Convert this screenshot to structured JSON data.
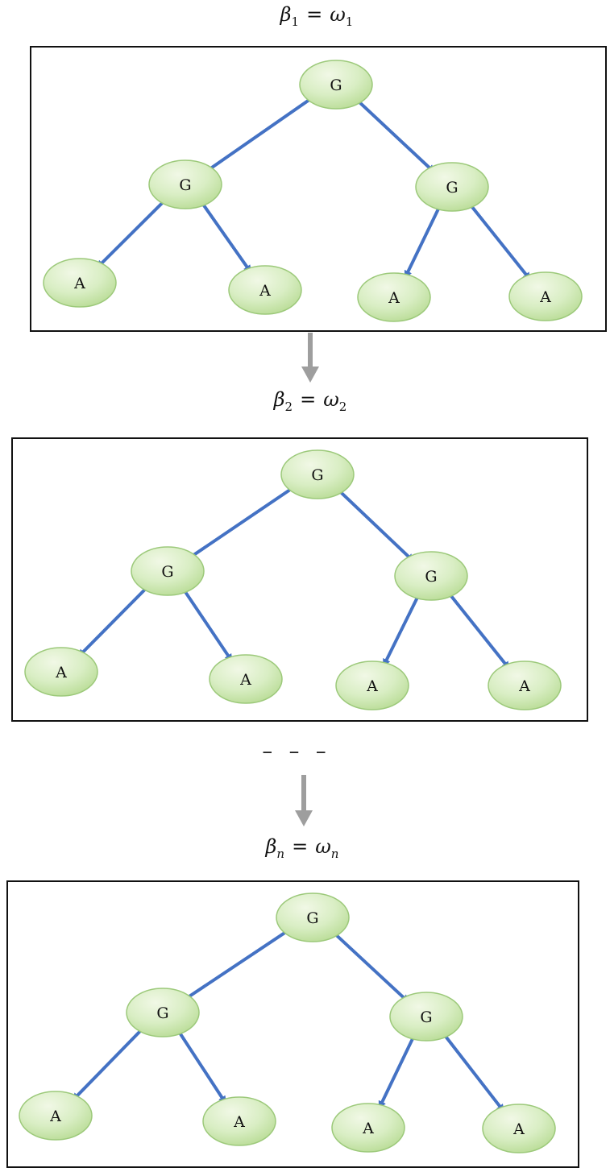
{
  "stages": [
    {
      "beta_base": "β",
      "beta_sub": "1",
      "eq": "=",
      "omega_base": "ω",
      "omega_sub": "1"
    },
    {
      "beta_base": "β",
      "beta_sub": "2",
      "eq": "=",
      "omega_base": "ω",
      "omega_sub": "2"
    },
    {
      "beta_base": "β",
      "beta_sub": "n",
      "eq": "=",
      "omega_base": "ω",
      "omega_sub": "n"
    }
  ],
  "ellipsis": "– – –",
  "tree": {
    "root_label": "G",
    "internal_labels": [
      "G",
      "G"
    ],
    "leaf_labels": [
      "A",
      "A",
      "A",
      "A"
    ]
  },
  "colors": {
    "node_fill_light": "#f1f8e6",
    "node_fill_dark": "#b9dc96",
    "node_stroke": "#9cc97a",
    "edge": "#4472c4",
    "stage_arrow": "#9e9e9e",
    "border": "#111111"
  }
}
